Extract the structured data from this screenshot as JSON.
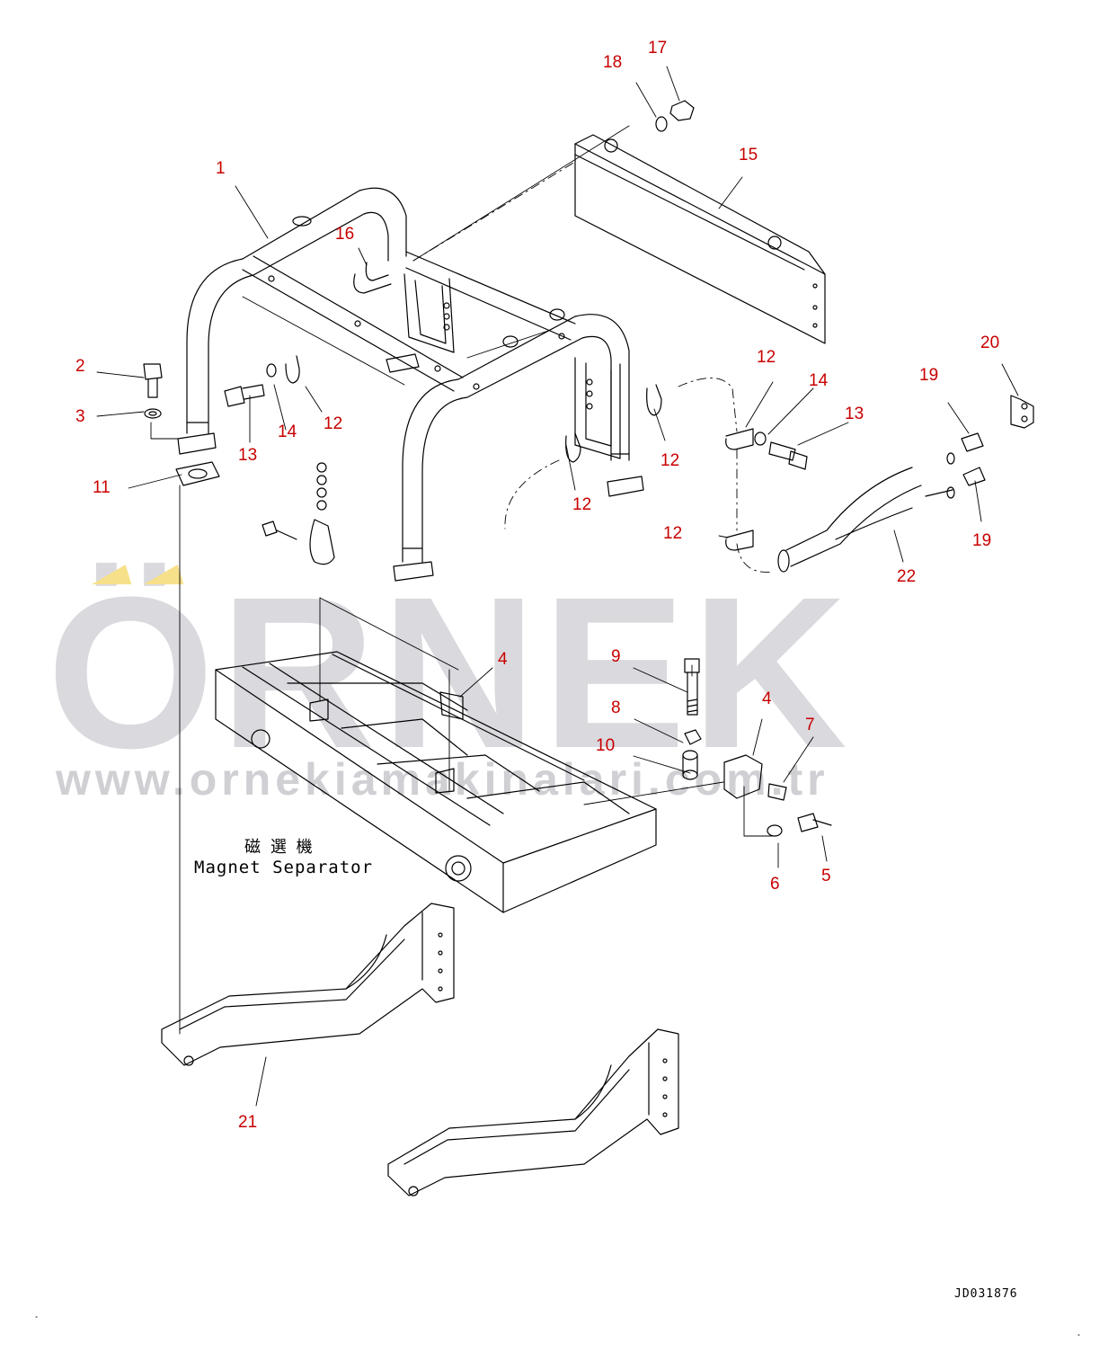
{
  "watermark": {
    "brand": "ÖRNEK",
    "url": "www.ornekiamakinalari.com.tr",
    "brand_color": "#d9d9de",
    "accent_color": "#f7e08a"
  },
  "diagram": {
    "magnet_label_jp": "磁 選 機",
    "magnet_label_en": "Magnet Separator",
    "drawing_id": "JD031876"
  },
  "callouts": [
    {
      "id": "c1",
      "text": "1"
    },
    {
      "id": "c2",
      "text": "2"
    },
    {
      "id": "c3",
      "text": "3"
    },
    {
      "id": "c4a",
      "text": "4"
    },
    {
      "id": "c4b",
      "text": "4"
    },
    {
      "id": "c5",
      "text": "5"
    },
    {
      "id": "c6",
      "text": "6"
    },
    {
      "id": "c7",
      "text": "7"
    },
    {
      "id": "c8",
      "text": "8"
    },
    {
      "id": "c9",
      "text": "9"
    },
    {
      "id": "c10",
      "text": "10"
    },
    {
      "id": "c11",
      "text": "11"
    },
    {
      "id": "c12a",
      "text": "12"
    },
    {
      "id": "c12b",
      "text": "12"
    },
    {
      "id": "c12c",
      "text": "12"
    },
    {
      "id": "c12d",
      "text": "12"
    },
    {
      "id": "c12e",
      "text": "12"
    },
    {
      "id": "c12f",
      "text": "12"
    },
    {
      "id": "c13a",
      "text": "13"
    },
    {
      "id": "c13b",
      "text": "13"
    },
    {
      "id": "c14a",
      "text": "14"
    },
    {
      "id": "c14b",
      "text": "14"
    },
    {
      "id": "c15",
      "text": "15"
    },
    {
      "id": "c16",
      "text": "16"
    },
    {
      "id": "c17",
      "text": "17"
    },
    {
      "id": "c18",
      "text": "18"
    },
    {
      "id": "c19a",
      "text": "19"
    },
    {
      "id": "c19b",
      "text": "19"
    },
    {
      "id": "c20",
      "text": "20"
    },
    {
      "id": "c21",
      "text": "21"
    },
    {
      "id": "c22",
      "text": "22"
    }
  ]
}
